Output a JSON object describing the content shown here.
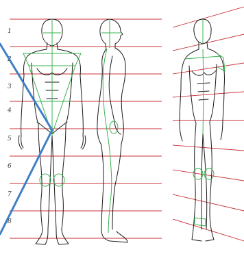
{
  "diagram": {
    "row_labels": [
      "1",
      "2",
      "3",
      "4",
      "5",
      "6",
      "7",
      "8"
    ],
    "colors": {
      "background": "#ffffff",
      "guide_line": "#c8323a",
      "outline": "#1a1a1a",
      "construction": "#37b24d",
      "annotation": "#3f7fc6"
    }
  }
}
